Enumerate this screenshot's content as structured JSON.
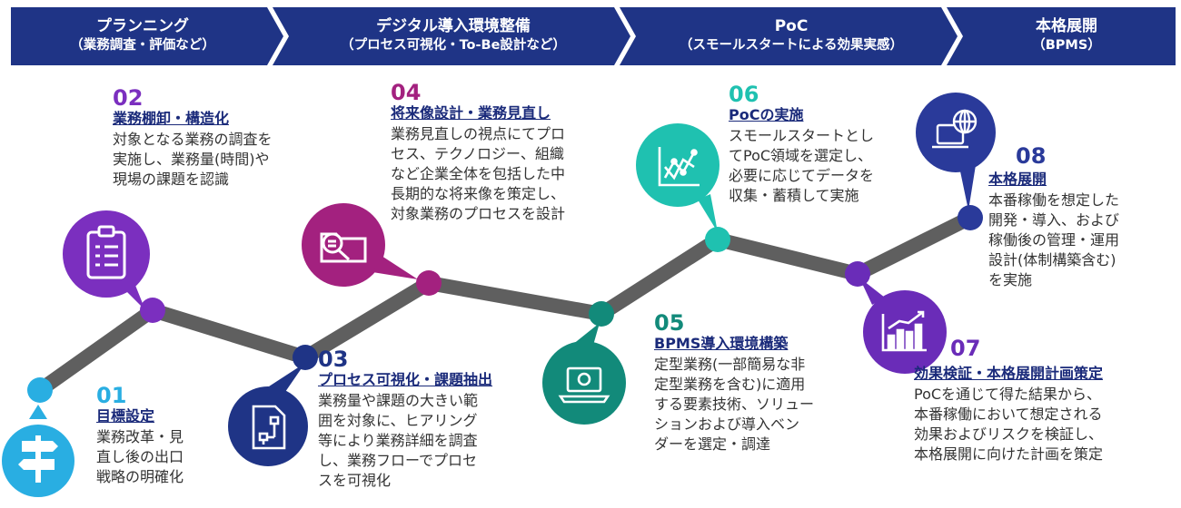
{
  "phases": [
    {
      "title": "プランニング",
      "subtitle": "（業務調査・評価など）"
    },
    {
      "title": "デジタル導入環境整備",
      "subtitle": "（プロセス可視化・To-Be設計など）"
    },
    {
      "title": "PoC",
      "subtitle": "（スモールスタートによる効果実感）"
    },
    {
      "title": "本格展開",
      "subtitle": "（BPMS）"
    }
  ],
  "steps": [
    {
      "num": "01",
      "title": "目標設定",
      "desc": "業務改革・見\n直し後の出口\n戦略の明確化",
      "color": "#29aee2",
      "icon": "signpost-icon"
    },
    {
      "num": "02",
      "title": "業務棚卸・構造化",
      "desc": "対象となる業務の調査を\n実施し、業務量(時間)や\n現場の課題を認識",
      "color": "#7b2fbf",
      "icon": "checklist-icon"
    },
    {
      "num": "03",
      "title": "プロセス可視化・課題抽出",
      "desc": "業務量や課題の大きい範\n囲を対象に、ヒアリング\n等により業務詳細を調査\nし、業務フローでプロセ\nスを可視化",
      "color": "#1f3486",
      "icon": "flow-document-icon"
    },
    {
      "num": "04",
      "title": "将来像設計・業務見直し",
      "desc": "業務見直しの視点にてプロ\nセス、テクノロジー、組織\nなど企業全体を包括した中\n長期的な将来像を策定し、\n対象業務のプロセスを設計",
      "color": "#a3217f",
      "icon": "folder-search-icon"
    },
    {
      "num": "05",
      "title": "BPMS導入環境構築",
      "desc": "定型業務(一部簡易な非\n定型業務を含む)に適用\nする要素技術、ソリュー\nションおよび導入ベン\nダーを選定・調達",
      "color": "#128a7a",
      "icon": "laptop-icon"
    },
    {
      "num": "06",
      "title": "PoCの実施",
      "desc": "スモールスタートとし\nてPoC領域を選定し、\n必要に応じてデータを\n収集・蓄積して実施",
      "color": "#1fc1b0",
      "icon": "line-chart-icon"
    },
    {
      "num": "07",
      "title": "効果検証・本格展開計画策定",
      "desc": "PoCを通じて得た結果から、\n本番稼働において想定される\n効果およびリスクを検証し、\n本格展開に向けた計画を策定",
      "color": "#6a2cb8",
      "icon": "bar-chart-icon"
    },
    {
      "num": "08",
      "title": "本格展開",
      "desc": "本番稼働を想定した\n開発・導入、および\n稼働後の管理・運用\n設計(体制構築含む)\nを実施",
      "color": "#2a3a9a",
      "icon": "globe-laptop-icon"
    }
  ],
  "colors": {
    "phase_bar": "#1f3486",
    "road": "#5f5f5f",
    "title_text": "#1a2a7a"
  }
}
